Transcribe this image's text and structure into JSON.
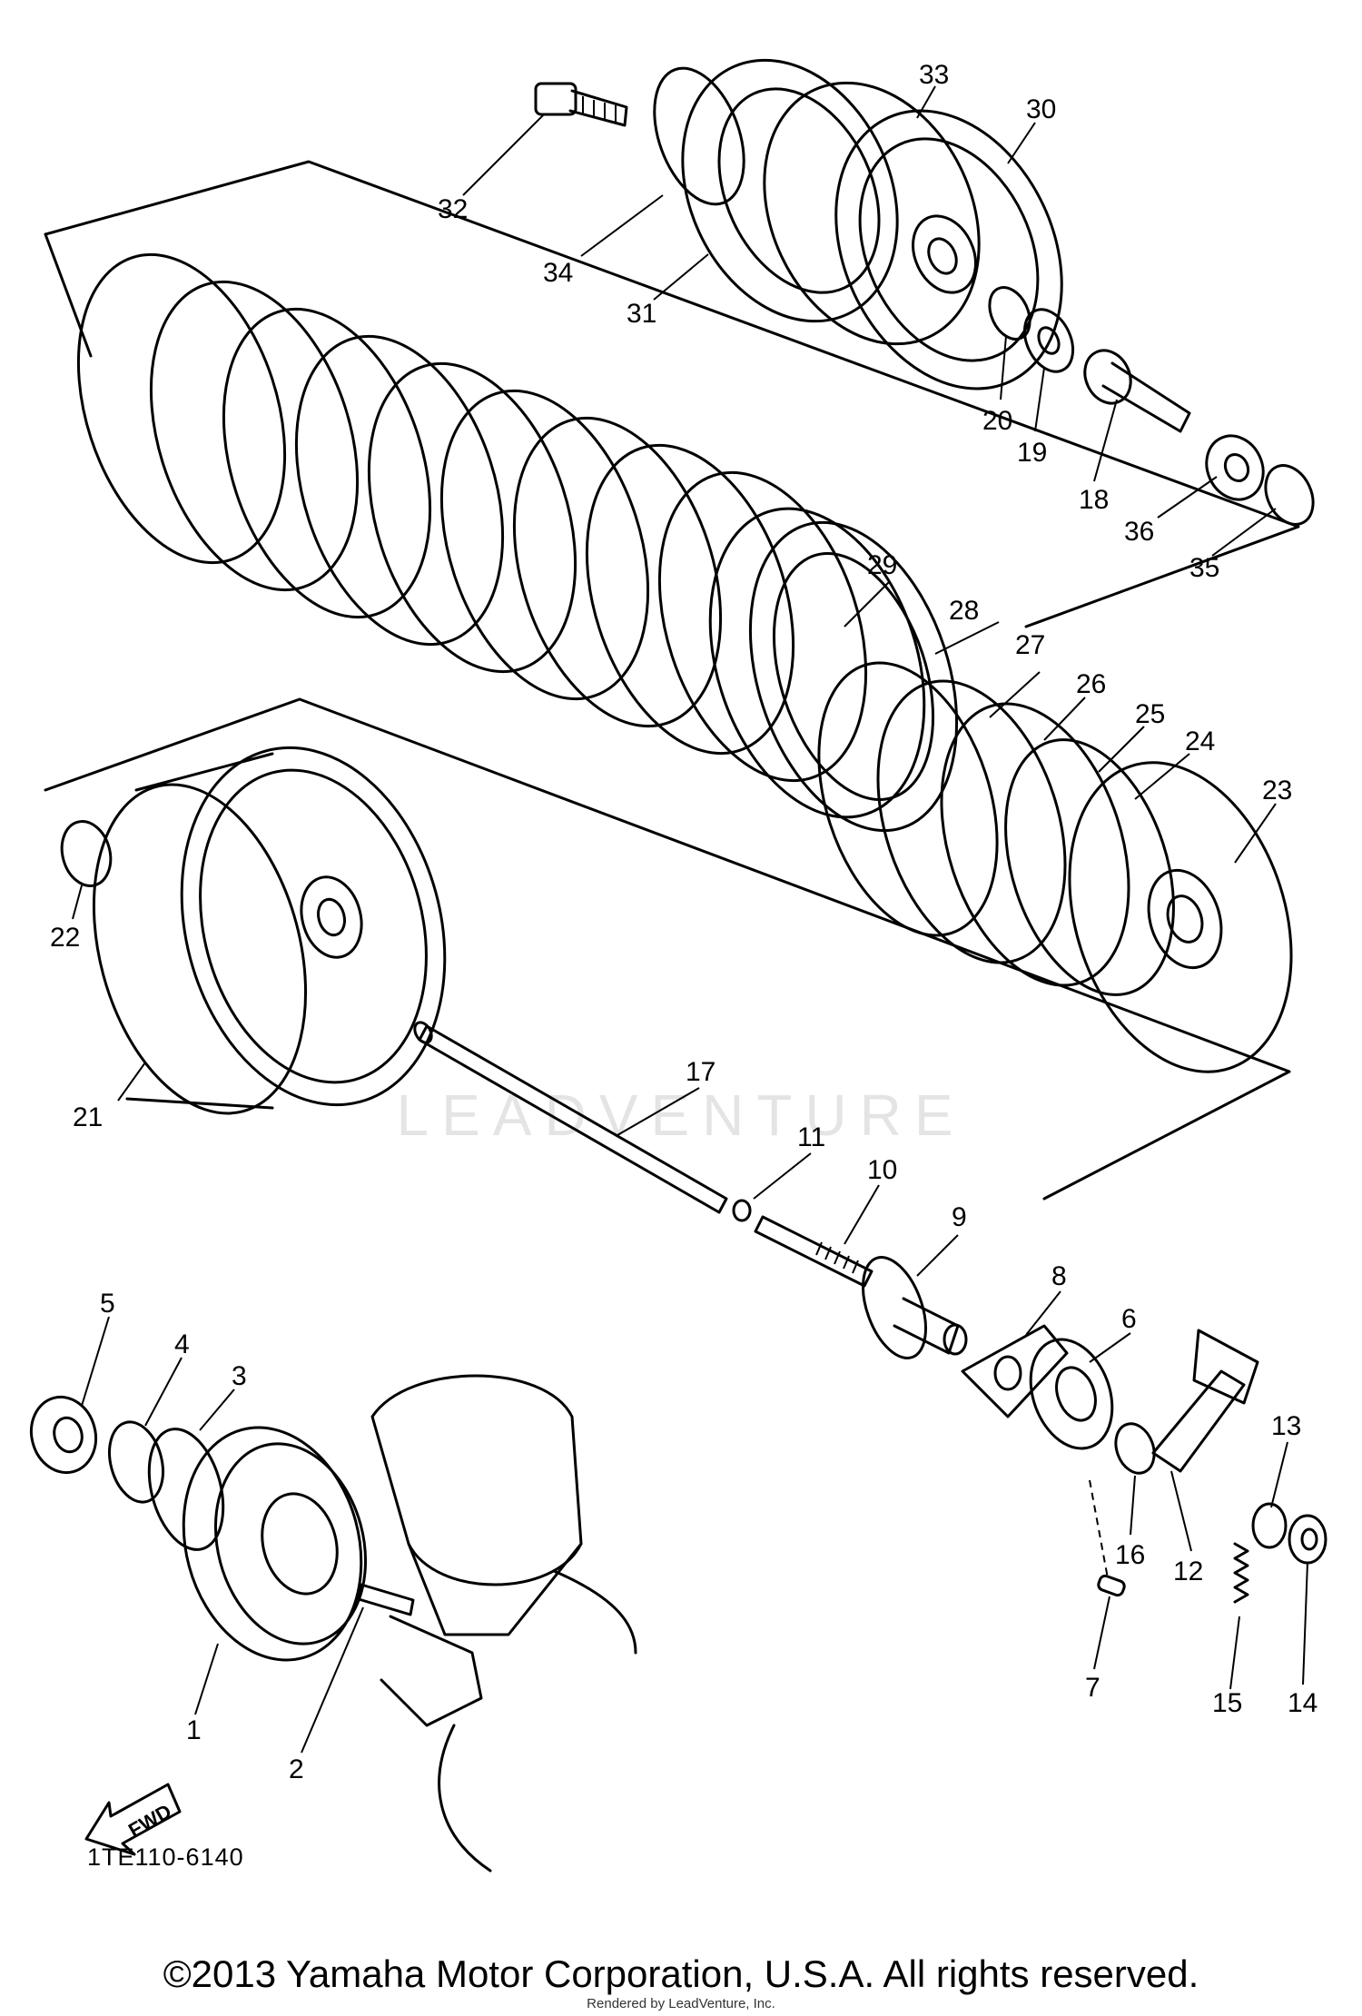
{
  "diagram": {
    "drawing_code": "1TE110-6140",
    "copyright": "©2013 Yamaha Motor Corporation, U.S.A. All rights reserved.",
    "rendered_by": "Rendered by LeadVenture, Inc.",
    "watermark": "LEADVENTURE",
    "fwd_label": "FWD",
    "callouts": [
      {
        "label": "1"
      },
      {
        "label": "2"
      },
      {
        "label": "3"
      },
      {
        "label": "4"
      },
      {
        "label": "5"
      },
      {
        "label": "6"
      },
      {
        "label": "7"
      },
      {
        "label": "8"
      },
      {
        "label": "9"
      },
      {
        "label": "10"
      },
      {
        "label": "11"
      },
      {
        "label": "12"
      },
      {
        "label": "13"
      },
      {
        "label": "14"
      },
      {
        "label": "15"
      },
      {
        "label": "16"
      },
      {
        "label": "17"
      },
      {
        "label": "18"
      },
      {
        "label": "19"
      },
      {
        "label": "20"
      },
      {
        "label": "21"
      },
      {
        "label": "22"
      },
      {
        "label": "23"
      },
      {
        "label": "24"
      },
      {
        "label": "25"
      },
      {
        "label": "26"
      },
      {
        "label": "27"
      },
      {
        "label": "28"
      },
      {
        "label": "29"
      },
      {
        "label": "30"
      },
      {
        "label": "31"
      },
      {
        "label": "32"
      },
      {
        "label": "33"
      },
      {
        "label": "34"
      },
      {
        "label": "35"
      },
      {
        "label": "36"
      }
    ]
  }
}
